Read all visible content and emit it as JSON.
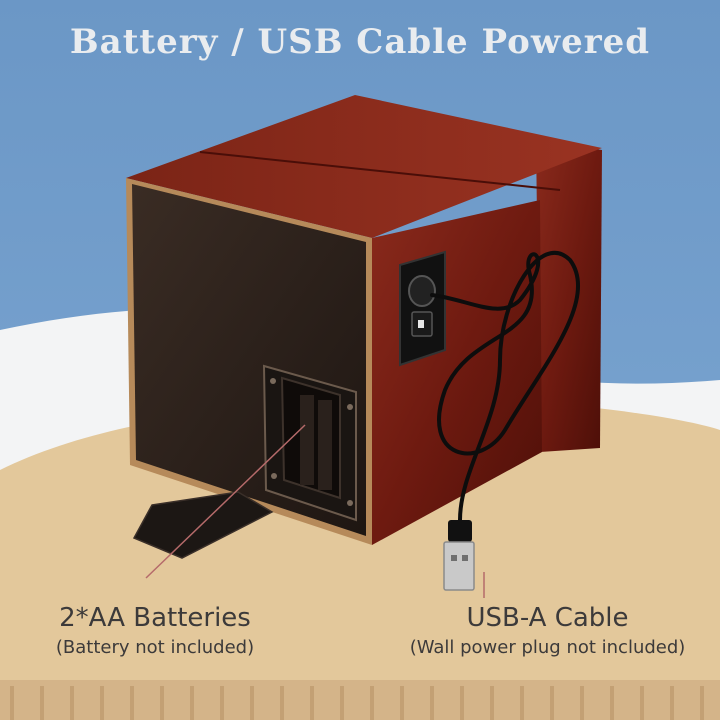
{
  "headline": "Battery / USB Cable Powered",
  "left_caption": {
    "title": "2*AA Batteries",
    "subtitle": "(Battery not included)"
  },
  "right_caption": {
    "title": "USB-A Cable",
    "subtitle": "(Wall power plug not included)"
  },
  "colors": {
    "sky_blue": "#6f9bc9",
    "sand": "#e2c79a",
    "wood": "#7a1e14",
    "panel": "#2b211c"
  }
}
